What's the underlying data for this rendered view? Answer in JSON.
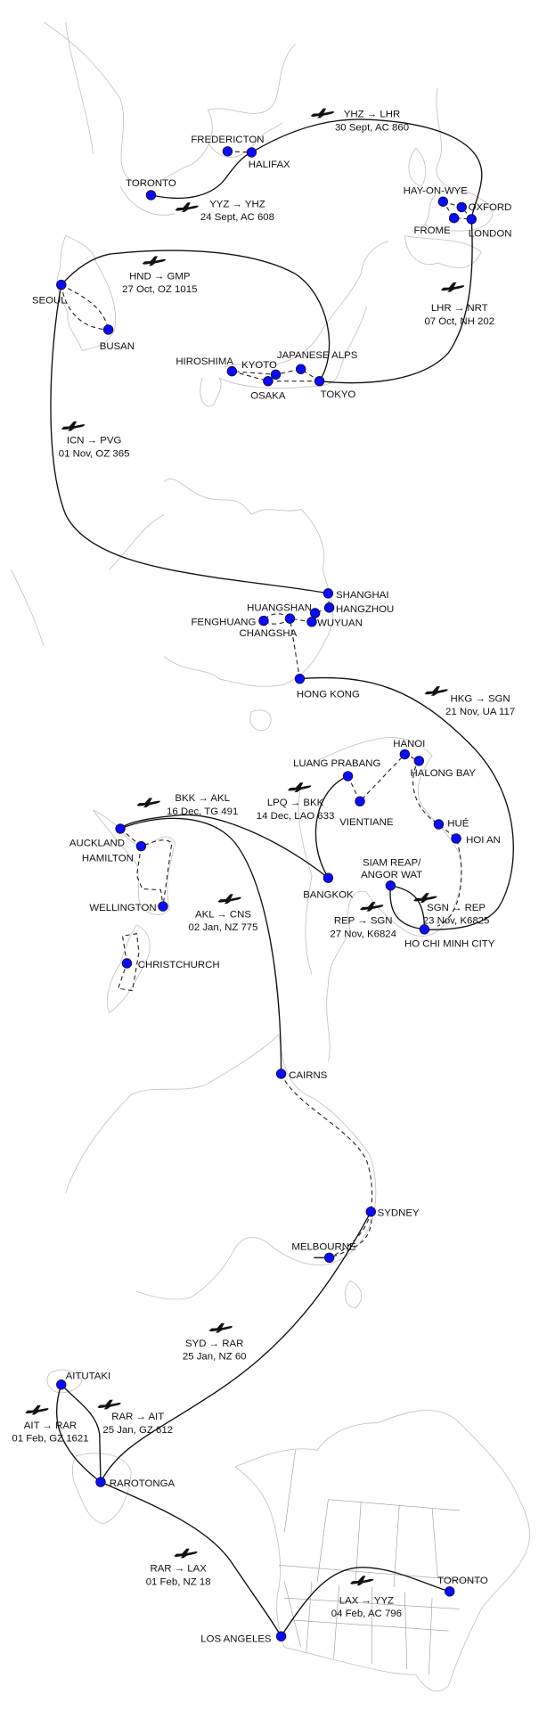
{
  "colors": {
    "city_dot": "#0a0aff",
    "route": "#111111",
    "land_outline": "#c4c4c4"
  },
  "icons": {
    "flight": "airplane-icon",
    "city": "blue-dot-marker"
  },
  "cities": [
    "TORONTO",
    "FREDERICTON",
    "HALIFAX",
    "HAY-ON-WYE",
    "OXFORD",
    "FROME",
    "LONDON",
    "SEOUL",
    "BUSAN",
    "HIROSHIMA",
    "KYOTO",
    "JAPANESE ALPS",
    "OSAKA",
    "TOKYO",
    "SHANGHAI",
    "HANGZHOU",
    "HUANGSHAN",
    "WUYUAN",
    "FENGHUANG",
    "CHANGSHA",
    "HONG KONG",
    "HANOI",
    "HALONG BAY",
    "LUANG PRABANG",
    "VIENTIANE",
    "HUÉ",
    "HOI AN",
    "SIAM REAP/",
    "ANGOR WAT",
    "BANGKOK",
    "HO CHI MINH CITY",
    "AUCKLAND",
    "HAMILTON",
    "WELLINGTON",
    "CHRISTCHURCH",
    "CAIRNS",
    "SYDNEY",
    "MELBOURNE",
    "AITUTAKI",
    "RAROTONGA",
    "LOS ANGELES",
    "TORONTO"
  ],
  "flights": [
    {
      "route": "YYZ → YHZ",
      "detail": "24 Sept, AC 608"
    },
    {
      "route": "YHZ → LHR",
      "detail": "30 Sept, AC 860"
    },
    {
      "route": "LHR → NRT",
      "detail": "07 Oct, NH 202"
    },
    {
      "route": "HND → GMP",
      "detail": "27 Oct, OZ 1015"
    },
    {
      "route": "ICN → PVG",
      "detail": "01 Nov, OZ 365"
    },
    {
      "route": "HKG → SGN",
      "detail": "21 Nov, UA 117"
    },
    {
      "route": "SGN → REP",
      "detail": "23 Nov, K6825"
    },
    {
      "route": "REP → SGN",
      "detail": "27 Nov, K6824"
    },
    {
      "route": "LPQ → BKK",
      "detail": "14 Dec, LAO 633"
    },
    {
      "route": "BKK → AKL",
      "detail": "16 Dec, TG 491"
    },
    {
      "route": "AKL → CNS",
      "detail": "02 Jan, NZ 775"
    },
    {
      "route": "SYD → RAR",
      "detail": "25 Jan, NZ 60"
    },
    {
      "route": "RAR → AIT",
      "detail": "25 Jan, GZ 612"
    },
    {
      "route": "AIT → RAR",
      "detail": "01 Feb, GZ 1621"
    },
    {
      "route": "RAR → LAX",
      "detail": "01 Feb, NZ 18"
    },
    {
      "route": "LAX → YYZ",
      "detail": "04 Feb, AC 796"
    }
  ]
}
